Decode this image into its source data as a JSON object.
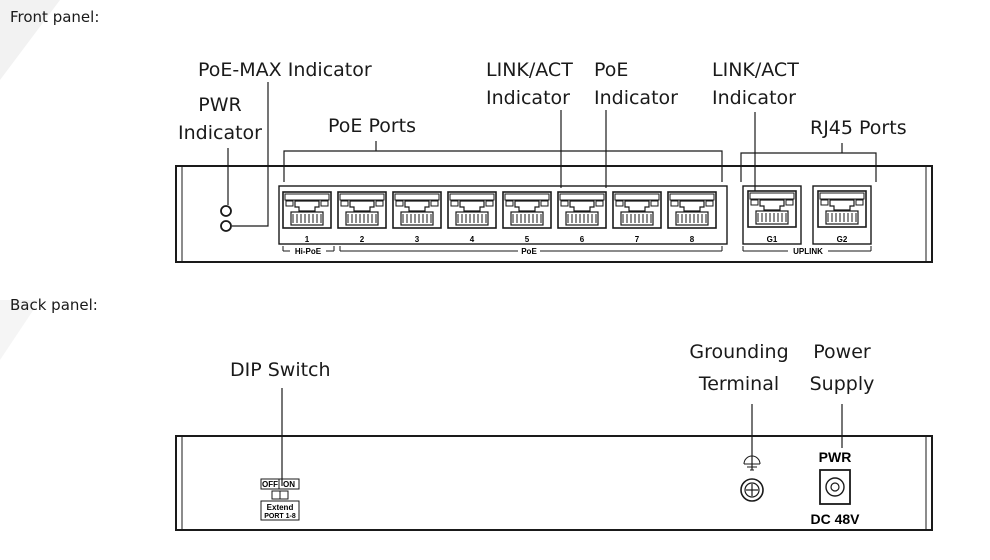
{
  "front_panel": {
    "heading": "Front panel:",
    "callouts": {
      "poe_max": "PoE-MAX Indicator",
      "pwr_line1": "PWR",
      "pwr_line2": "Indicator",
      "poe_ports": "PoE Ports",
      "link_act_line1": "LINK/ACT",
      "link_act_line2": "Indicator",
      "poe_ind_line1": "PoE",
      "poe_ind_line2": "Indicator",
      "uplink_link_act_line1": "LINK/ACT",
      "uplink_link_act_line2": "Indicator",
      "rj45_ports": "RJ45 Ports"
    },
    "poe_port_numbers": [
      "1",
      "2",
      "3",
      "4",
      "5",
      "6",
      "7",
      "8"
    ],
    "uplink_port_labels": [
      "G1",
      "G2"
    ],
    "group_labels": {
      "hi_poe": "Hi-PoE",
      "poe": "PoE",
      "uplink": "UPLINK"
    }
  },
  "back_panel": {
    "heading": "Back panel:",
    "callouts": {
      "dip_switch": "DIP Switch",
      "grounding_line1": "Grounding",
      "grounding_line2": "Terminal",
      "power_line1": "Power",
      "power_line2": "Supply"
    },
    "dip_labels": {
      "off": "OFF",
      "on": "ON",
      "extend": "Extend",
      "ports": "PORT 1-8"
    },
    "pwr_label": "PWR",
    "voltage": "DC 48V"
  },
  "colors": {
    "line": "#1a1a1a",
    "panel_fill": "#ffffff",
    "watermark": "#eeeeee"
  }
}
